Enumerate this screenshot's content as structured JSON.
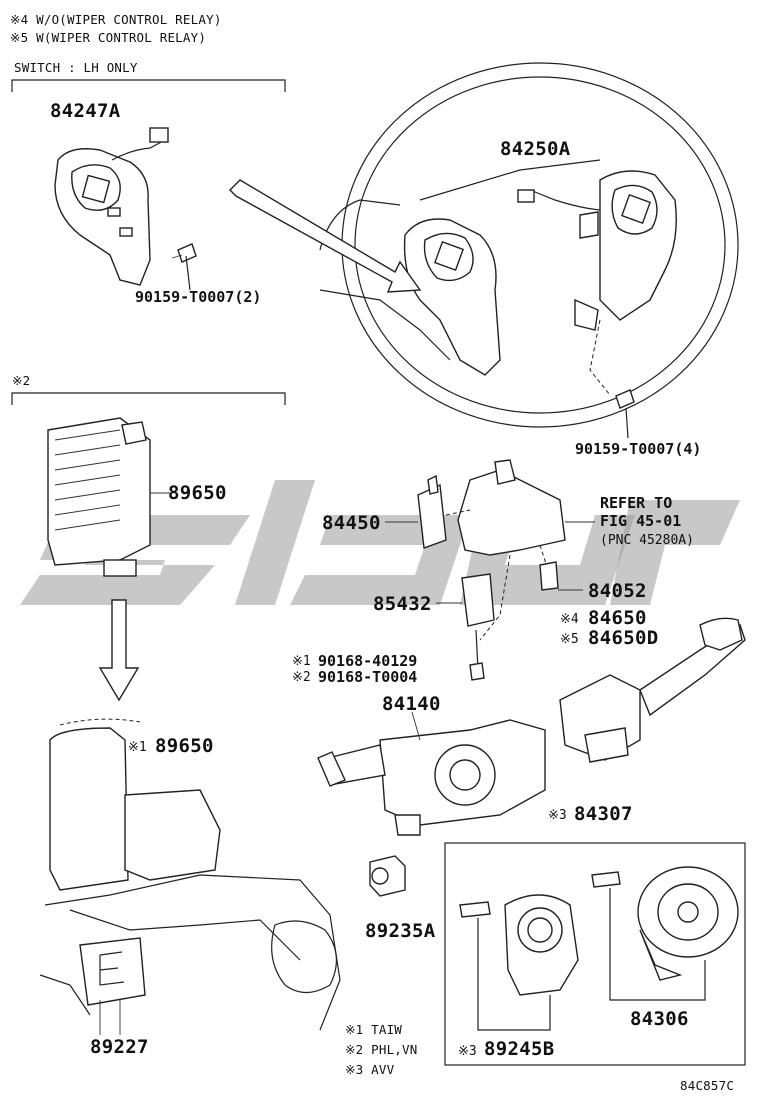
{
  "notes": {
    "n4": "※4 W/O(WIPER CONTROL RELAY)",
    "n5": "※5 W(WIPER CONTROL RELAY)",
    "switch_note": "SWITCH : LH ONLY",
    "group2": "※2",
    "legend1": "※1 TAIW",
    "legend2": "※2 PHL,VN",
    "legend3": "※3 AVV"
  },
  "parts": {
    "p84247A": "84247A",
    "p90159_2": "90159-T0007(2)",
    "p84250A": "84250A",
    "p90159_4": "90159-T0007(4)",
    "p89650": "89650",
    "p89650_m": "※1",
    "p89650_b": "89650",
    "p84450": "84450",
    "refer1": "REFER TO",
    "refer2": "FIG 45-01",
    "refer3": "(PNC 45280A)",
    "p85432": "85432",
    "p84052": "84052",
    "p84650_m": "※4",
    "p84650": "84650",
    "p84650D_m": "※5",
    "p84650D": "84650D",
    "p90168a_m": "※1",
    "p90168a": "90168-40129",
    "p90168b_m": "※2",
    "p90168b": "90168-T0004",
    "p84140": "84140",
    "p84307_m": "※3",
    "p84307": "84307",
    "p89235A": "89235A",
    "p89227": "89227",
    "p89245B_m": "※3",
    "p89245B": "89245B",
    "p84306": "84306"
  },
  "figure_code": "84C857C",
  "colors": {
    "ink": "#222222",
    "watermark": "#9a9a9a"
  }
}
